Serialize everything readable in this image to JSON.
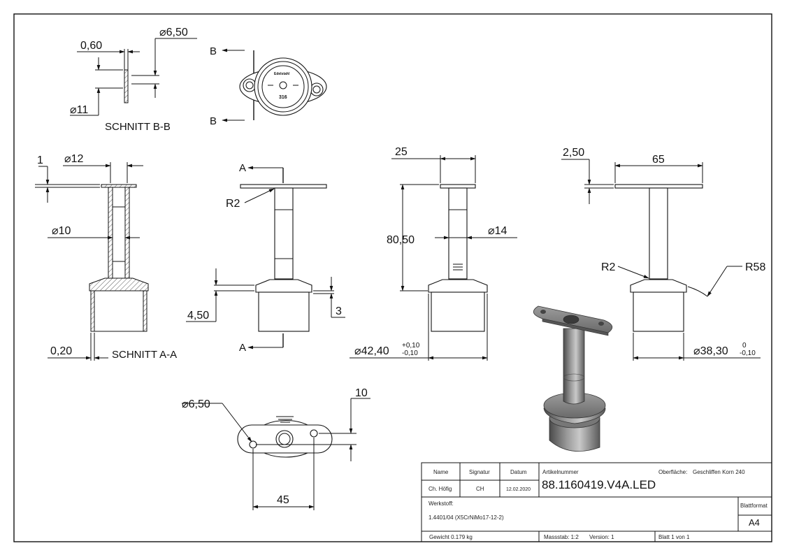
{
  "drawing": {
    "section_bb": {
      "title": "SCHNITT B-B",
      "dims": {
        "thickness": "0,60",
        "hole_dia": "6,50",
        "outer_dia": "11"
      },
      "cut_labels": [
        "B",
        "B"
      ],
      "emboss_top": "Edelstahl",
      "emboss_bottom": "316"
    },
    "section_aa": {
      "title": "SCHNITT A-A",
      "dims": {
        "plate_thk": "1",
        "top_dia": "12",
        "inner_dia": "10",
        "wall": "0,20"
      }
    },
    "front_view": {
      "cut_labels": [
        "A",
        "A"
      ],
      "dims": {
        "radius": "R2",
        "flange_h": "4,50",
        "step": "3"
      }
    },
    "side_view": {
      "dims": {
        "width": "25",
        "height": "80,50",
        "stem_dia": "14",
        "cup_dia": "42,40",
        "tol_upper": "+0,10",
        "tol_lower": "-0,10"
      }
    },
    "right_view": {
      "dims": {
        "plate_thk": "2,50",
        "length": "65",
        "radius_small": "R2",
        "radius_large": "R58",
        "cup_dia": "38,30",
        "tol_upper": "0",
        "tol_lower": "-0,10"
      }
    },
    "bottom_view": {
      "dims": {
        "hole_dia": "6,50",
        "offset": "10",
        "spacing": "45"
      }
    }
  },
  "title_block": {
    "col_name": "Name",
    "col_signature": "Signatur",
    "col_date": "Datum",
    "col_article": "Artikelnummer",
    "surface_label": "Oberfläche:",
    "surface_value": "Geschliffen Korn 240",
    "name": "Ch. Höfig",
    "signature": "CH",
    "date": "12.02.2020",
    "article_number": "88.1160419.V4A.LED",
    "material_label": "Werkstoff:",
    "material_value": "1.4401/04 (X5CrNiMo17-12-2)",
    "sheet_format_label": "Blattformat",
    "sheet_format": "A4",
    "weight": "Gewicht 0.179 kg",
    "scale": "Massstab: 1:2",
    "version": "Version: 1",
    "sheet": "Blatt 1 von 1"
  },
  "colors": {
    "line": "#111111",
    "paper": "#ffffff",
    "render_metal": "#8a8a8a"
  }
}
